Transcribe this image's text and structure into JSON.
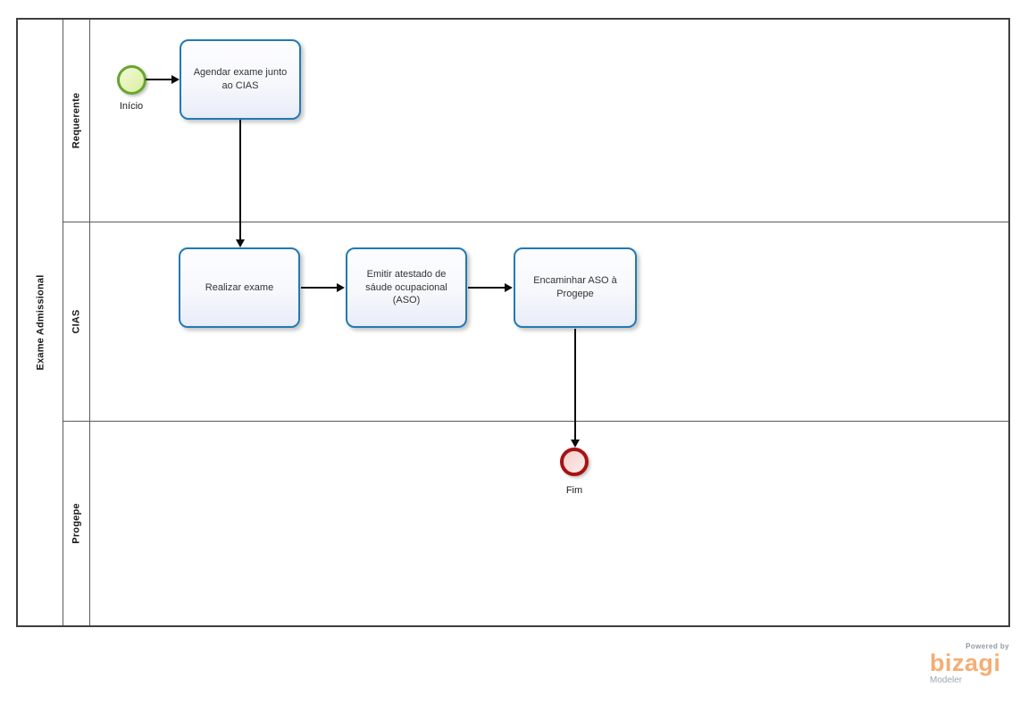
{
  "pool": {
    "title": "Exame Admissional",
    "lanes": [
      {
        "label": "Requerente"
      },
      {
        "label": "CIAS"
      },
      {
        "label": "Progepe"
      }
    ]
  },
  "flow": {
    "start_event": {
      "label": "Início",
      "lane": "Requerente",
      "type": "start-event"
    },
    "tasks": [
      {
        "label": "Agendar exame junto ao CIAS",
        "lane": "Requerente"
      },
      {
        "label": "Realizar exame",
        "lane": "CIAS"
      },
      {
        "label": "Emitir atestado de sáude ocupacional (ASO)",
        "lane": "CIAS"
      },
      {
        "label": "Encaminhar ASO à Progepe",
        "lane": "CIAS"
      }
    ],
    "end_event": {
      "label": "Fim",
      "lane": "Progepe",
      "type": "end-event"
    },
    "edges": [
      {
        "from": "Início",
        "to": "Agendar exame junto ao CIAS"
      },
      {
        "from": "Agendar exame junto ao CIAS",
        "to": "Realizar exame"
      },
      {
        "from": "Realizar exame",
        "to": "Emitir atestado de sáude ocupacional (ASO)"
      },
      {
        "from": "Emitir atestado de sáude ocupacional (ASO)",
        "to": "Encaminhar ASO à Progepe"
      },
      {
        "from": "Encaminhar ASO à Progepe",
        "to": "Fim"
      }
    ]
  },
  "branding": {
    "powered_by": "Powered by",
    "logo_text": "bizagi",
    "logo_subtitle": "Modeler"
  },
  "colors": {
    "pool_border": "#3f3f3f",
    "lane_divider": "#5a5a5a",
    "label_color": "#1a1a1a",
    "task_border": "#2279b5",
    "task_fill_top": "#fdfdff",
    "task_fill_bottom": "#e8ecf8",
    "task_text": "#333333",
    "start_border": "#68a52f",
    "start_fill_top": "#f2fad8",
    "start_fill_bottom": "#d9ef9d",
    "end_border": "#a81212",
    "end_fill_top": "#f4d0cc",
    "end_fill_bottom": "#fcedec",
    "line": "#0b0b0b",
    "brand_orange": "#f6ad74",
    "brand_gray": "#8d99a4",
    "brand_gray2": "#9aa7b0"
  }
}
